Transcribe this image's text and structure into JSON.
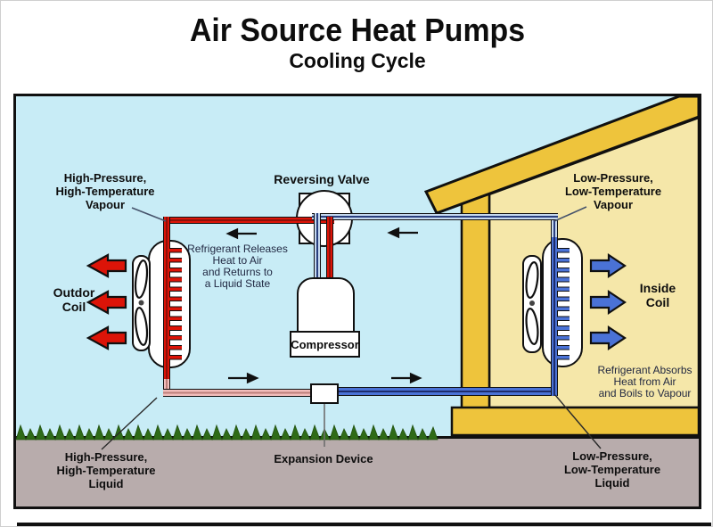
{
  "title": {
    "main": "Air Source Heat Pumps",
    "subtitle": "Cooling Cycle"
  },
  "components": {
    "reversing_valve": "Reversing Valve",
    "compressor": "Compressor",
    "expansion_device": "Expansion Device",
    "outdoor_coil": "Outdor\nCoil",
    "inside_coil": "Inside\nCoil"
  },
  "state_labels": {
    "hp_vapour": "High-Pressure,\nHigh-Temperature\nVapour",
    "lp_vapour": "Low-Pressure,\nLow-Temperature\nVapour",
    "hp_liquid": "High-Pressure,\nHigh-Temperature\nLiquid",
    "lp_liquid": "Low-Pressure,\nLow-Temperature\nLiquid"
  },
  "annotations": {
    "condenser": "Refrigerant Releases\nHeat to Air\nand Returns to\na Liquid State",
    "evaporator": "Refrigerant Absorbs\nHeat from Air\nand Boils to Vapour"
  },
  "icons": {
    "outdoor_airflow": "left-block-arrows",
    "indoor_airflow": "right-block-arrows",
    "flow_direction_top": "left-arrow",
    "flow_direction_bottom": "right-arrow",
    "fan": "two-blade-fan"
  },
  "colors": {
    "red": "#dc1408",
    "redDark": "#8d1109",
    "pink": "#f2bdbb",
    "pinkDark": "#bc7f7a",
    "paleBlue": "#c6d9ef",
    "paleBlueDark": "#2a3f7e",
    "blue": "#4a72d6",
    "blueDark": "#1d2c6b",
    "sky": "#c8ecf6",
    "gold": "#eec43c",
    "interior": "#f5e7a9",
    "grass": "#2e6b17",
    "ground": "#b8acac"
  }
}
